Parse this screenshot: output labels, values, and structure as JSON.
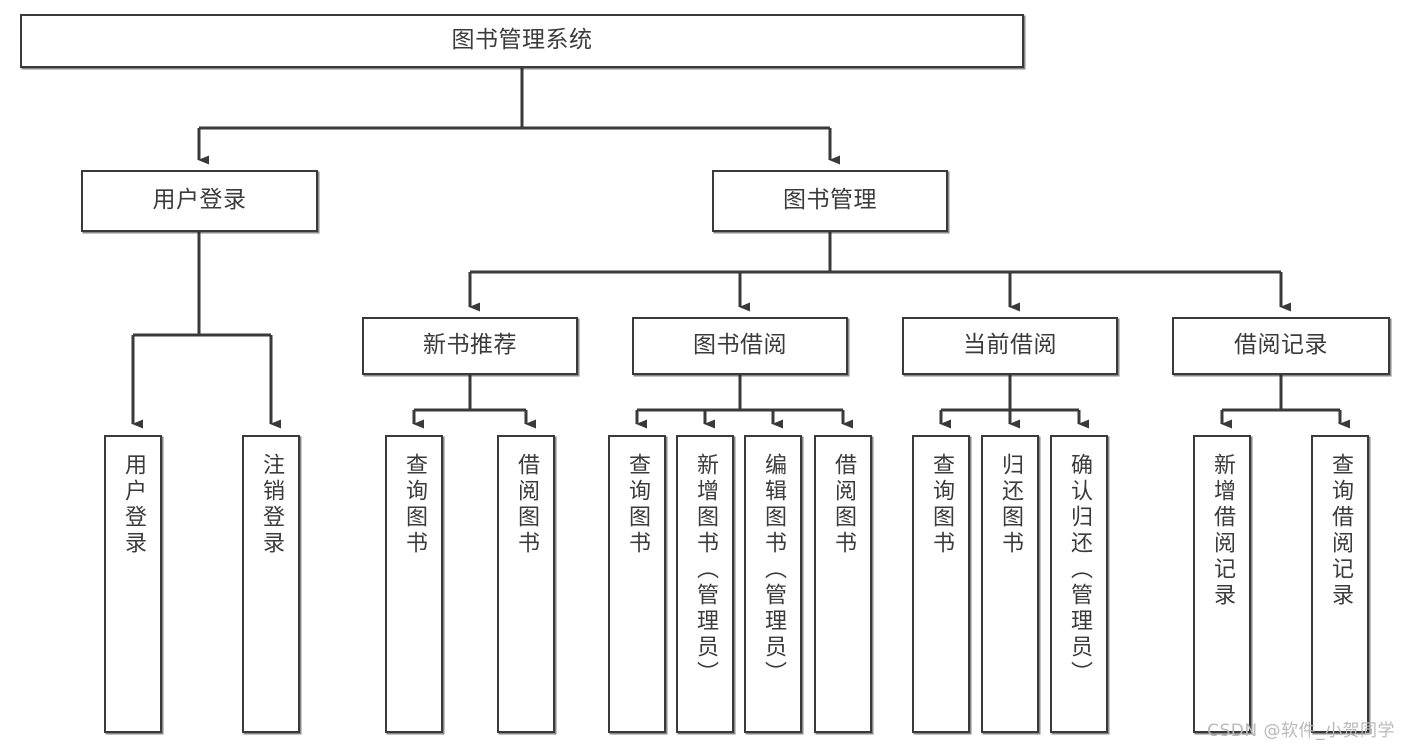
{
  "diagram": {
    "title": "图书管理系统",
    "type": "tree-hierarchy-chart",
    "orientation": "top-down",
    "colors": {
      "box_border": "#3a3a3a",
      "box_fill": "#ffffff",
      "text": "#3b3b3b",
      "connector": "#3a3a3a",
      "watermark": "#b9b9b9",
      "background": "#ffffff"
    }
  },
  "root": {
    "label": "图书管理系统"
  },
  "level2": [
    {
      "label": "用户登录"
    },
    {
      "label": "图书管理"
    }
  ],
  "level3": [
    {
      "label": "新书推荐"
    },
    {
      "label": "图书借阅"
    },
    {
      "label": "当前借阅"
    },
    {
      "label": "借阅记录"
    }
  ],
  "leaves": {
    "user_login": [
      {
        "label": "用户登录"
      },
      {
        "label": "注销登录"
      }
    ],
    "new_book": [
      {
        "label": "查询图书"
      },
      {
        "label": "借阅图书"
      }
    ],
    "book_borrow": [
      {
        "label": "查询图书"
      },
      {
        "label": "新增图书（管理员）"
      },
      {
        "label": "编辑图书（管理员）"
      },
      {
        "label": "借阅图书"
      }
    ],
    "current_borrow": [
      {
        "label": "查询图书"
      },
      {
        "label": "归还图书"
      },
      {
        "label": "确认归还（管理员）"
      }
    ],
    "borrow_record": [
      {
        "label": "新增借阅记录"
      },
      {
        "label": "查询借阅记录"
      }
    ]
  },
  "watermark": {
    "text": "CSDN @软件_小贺同学"
  }
}
